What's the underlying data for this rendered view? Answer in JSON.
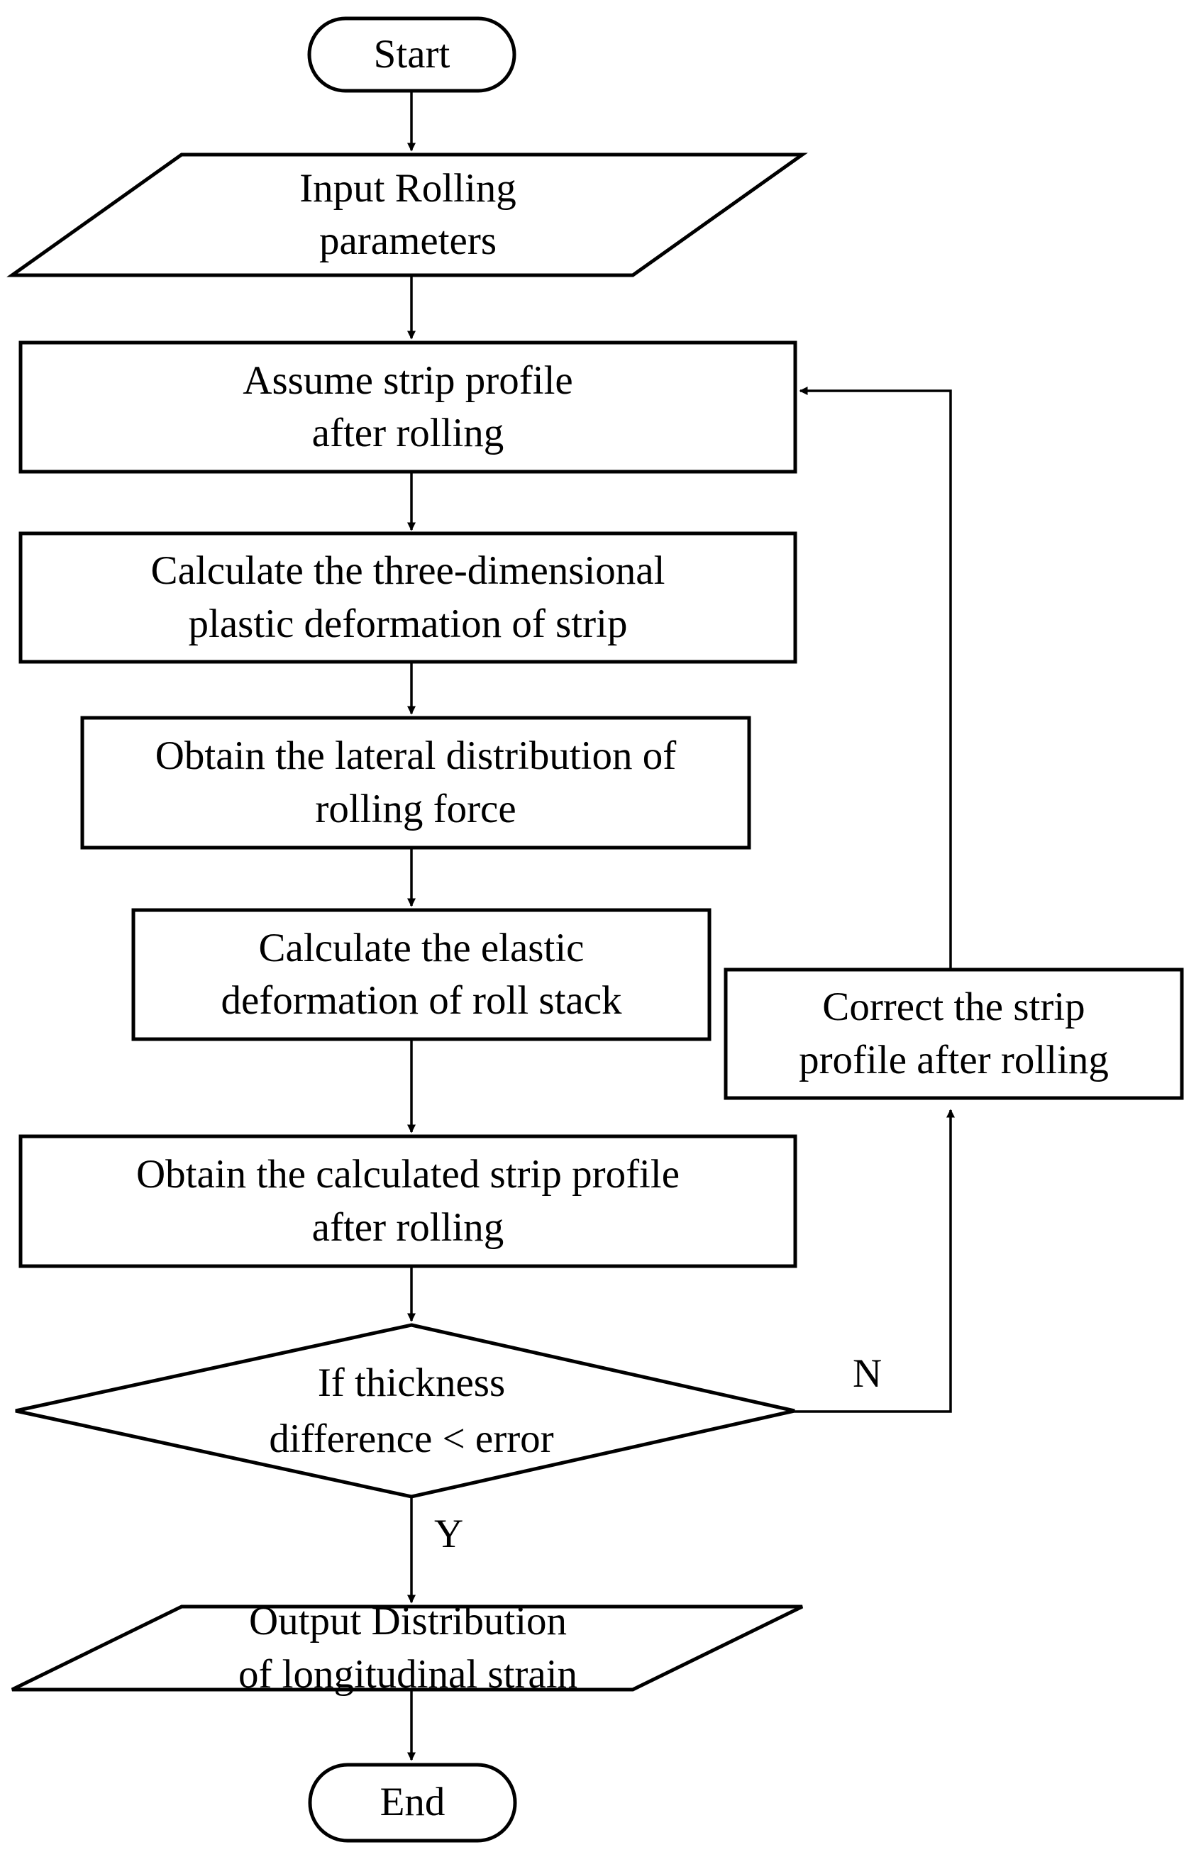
{
  "diagram": {
    "title": "Rolling process calculation flowchart",
    "stroke_color": "#000000",
    "fill_color": "#ffffff",
    "background": "#ffffff"
  },
  "nodes": {
    "start": {
      "label": "Start",
      "shape": "terminal"
    },
    "input_params": {
      "label": "Input Rolling\nparameters",
      "shape": "parallelogram"
    },
    "assume_profile": {
      "label": "Assume strip profile\nafter rolling",
      "shape": "process"
    },
    "calc_plastic": {
      "label": "Calculate the three-dimensional\nplastic deformation of strip",
      "shape": "process"
    },
    "obtain_lateral": {
      "label": "Obtain the lateral distribution of\nrolling force",
      "shape": "process"
    },
    "calc_elastic": {
      "label": "Calculate the elastic\ndeformation of roll stack",
      "shape": "process"
    },
    "correct_profile": {
      "label": "Correct the strip\nprofile after rolling",
      "shape": "process"
    },
    "obtain_calculated": {
      "label": "Obtain the calculated strip profile\nafter rolling",
      "shape": "process"
    },
    "decision": {
      "label": "If thickness\ndifference < error",
      "shape": "decision"
    },
    "output_dist": {
      "label": "Output Distribution\nof longitudinal strain",
      "shape": "parallelogram"
    },
    "end": {
      "label": "End",
      "shape": "terminal"
    }
  },
  "edge_labels": {
    "no_branch": "N",
    "yes_branch": "Y"
  }
}
